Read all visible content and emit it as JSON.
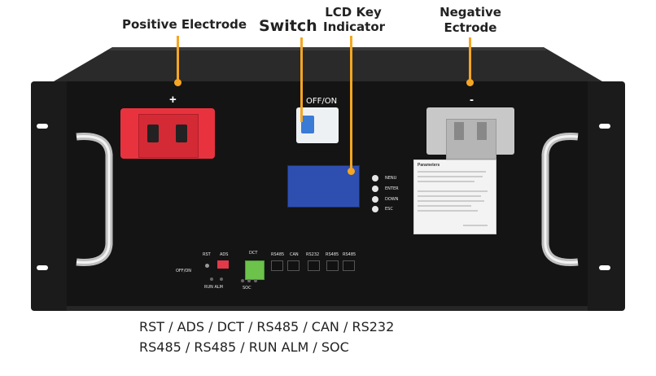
{
  "callouts": {
    "positive_electrode": "Positive Electrode",
    "switch": "Switch",
    "lcd_line1": "LCD Key",
    "lcd_line2": "Indicator",
    "negative_line1": "Negative",
    "negative_line2": "Ectrode"
  },
  "panel": {
    "plus_sign": "+",
    "minus_sign": "-",
    "breaker_label": "OFF/ON",
    "keys": [
      "NENU",
      "ENTER",
      "DOWN",
      "ESC"
    ],
    "parameters_title": "Parameters",
    "io_labels": {
      "rst": "RST",
      "ads": "ADS",
      "dct": "DCT",
      "off_on": "OFF/ON",
      "run_alm": "RUN ALM",
      "soc": "SOC",
      "rs485_a": "RS485",
      "can": "CAN",
      "rs232": "RS232",
      "rs485_b": "RS485",
      "rs485_c": "RS485"
    }
  },
  "caption": {
    "line1": "RST / ADS / DCT / RS485 / CAN / RS232",
    "line2": "RS485 / RS485 / RUN ALM / SOC"
  },
  "colors": {
    "accent": "#f5a623",
    "terminal_red": "#e8333f",
    "lcd_blue": "#2f4fb0"
  }
}
